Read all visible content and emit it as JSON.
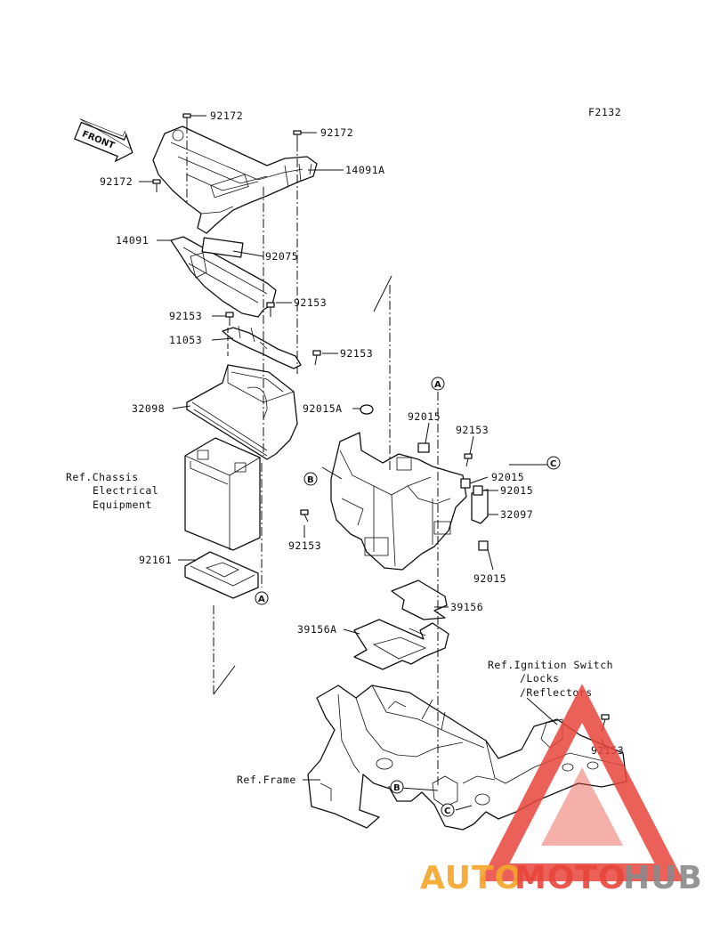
{
  "figure_code": "F2132",
  "front_arrow_label": "FRONT",
  "labels": {
    "l92172a": "92172",
    "l92172b": "92172",
    "l92172c": "92172",
    "l14091A": "14091A",
    "l14091": "14091",
    "l92075": "92075",
    "l92153a": "92153",
    "l92153b": "92153",
    "l11053": "11053",
    "l92153c": "92153",
    "l32098": "32098",
    "l92015A": "92015A",
    "l92015a": "92015",
    "l92153d": "92153",
    "l92015b": "92015",
    "l92015c": "92015",
    "l32097": "32097",
    "l92153e": "92153",
    "l92015d": "92015",
    "l92161": "92161",
    "l39156": "39156",
    "l39156A": "39156A",
    "l92153f": "92153",
    "refChassis1": "Ref.Chassis",
    "refChassis2": "Electrical",
    "refChassis3": "Equipment",
    "refIgn1": "Ref.Ignition Switch",
    "refIgn2": "/Locks",
    "refIgn3": "/Reflectors",
    "refFrame": "Ref.Frame"
  },
  "callouts": {
    "A": "A",
    "B": "B",
    "C": "C"
  },
  "watermark": {
    "part1": "AUTO",
    "part2": "MOTO",
    "part3": "HUB",
    "color_orange": "#f4a52a",
    "color_red": "#e8453c",
    "color_gray": "#8a8a8a"
  }
}
